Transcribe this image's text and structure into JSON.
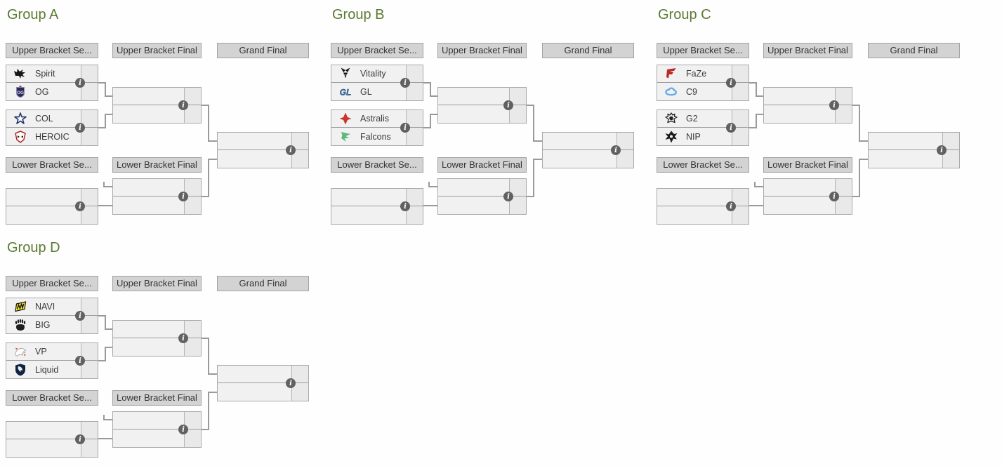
{
  "page": {
    "background": "#fefefe"
  },
  "colors": {
    "group_title": "#5b7a32",
    "round_header_bg": "#d3d3d3",
    "round_header_border": "#a3a3a3",
    "match_box_bg": "#f1f1f1",
    "score_cell_bg": "#e9e9e9",
    "box_border": "#a9a9a9",
    "connector": "#9a9a9a",
    "info_icon_bg": "#616161",
    "team_text": "#3a3a3a"
  },
  "rounds": {
    "upper_semifinal": "Upper Bracket Se...",
    "upper_final": "Upper Bracket Final",
    "grand_final": "Grand Final",
    "lower_semifinal": "Lower Bracket Se...",
    "lower_final": "Lower Bracket Final"
  },
  "info_icon_glyph": "i",
  "groups": [
    {
      "title": "Group A",
      "teams": [
        {
          "name": "Spirit",
          "icon": "team-spirit-dragon-logo"
        },
        {
          "name": "OG",
          "icon": "og-shield-logo"
        },
        {
          "name": "COL",
          "icon": "complexity-star-logo"
        },
        {
          "name": "HEROIC",
          "icon": "heroic-mask-logo"
        }
      ]
    },
    {
      "title": "Group B",
      "teams": [
        {
          "name": "Vitality",
          "icon": "vitality-bee-logo"
        },
        {
          "name": "GL",
          "icon": "gamerlegion-gl-logo"
        },
        {
          "name": "Astralis",
          "icon": "astralis-star-logo"
        },
        {
          "name": "Falcons",
          "icon": "falcons-bird-logo"
        }
      ]
    },
    {
      "title": "Group C",
      "teams": [
        {
          "name": "FaZe",
          "icon": "faze-f-logo"
        },
        {
          "name": "C9",
          "icon": "cloud9-cloud-logo"
        },
        {
          "name": "G2",
          "icon": "g2-emblem-logo"
        },
        {
          "name": "NIP",
          "icon": "nip-shuriken-logo"
        }
      ]
    },
    {
      "title": "Group D",
      "teams": [
        {
          "name": "NAVI",
          "icon": "navi-logo"
        },
        {
          "name": "BIG",
          "icon": "big-claw-logo"
        },
        {
          "name": "VP",
          "icon": "virtuspro-bear-logo"
        },
        {
          "name": "Liquid",
          "icon": "liquid-horse-shield-logo"
        }
      ]
    }
  ]
}
